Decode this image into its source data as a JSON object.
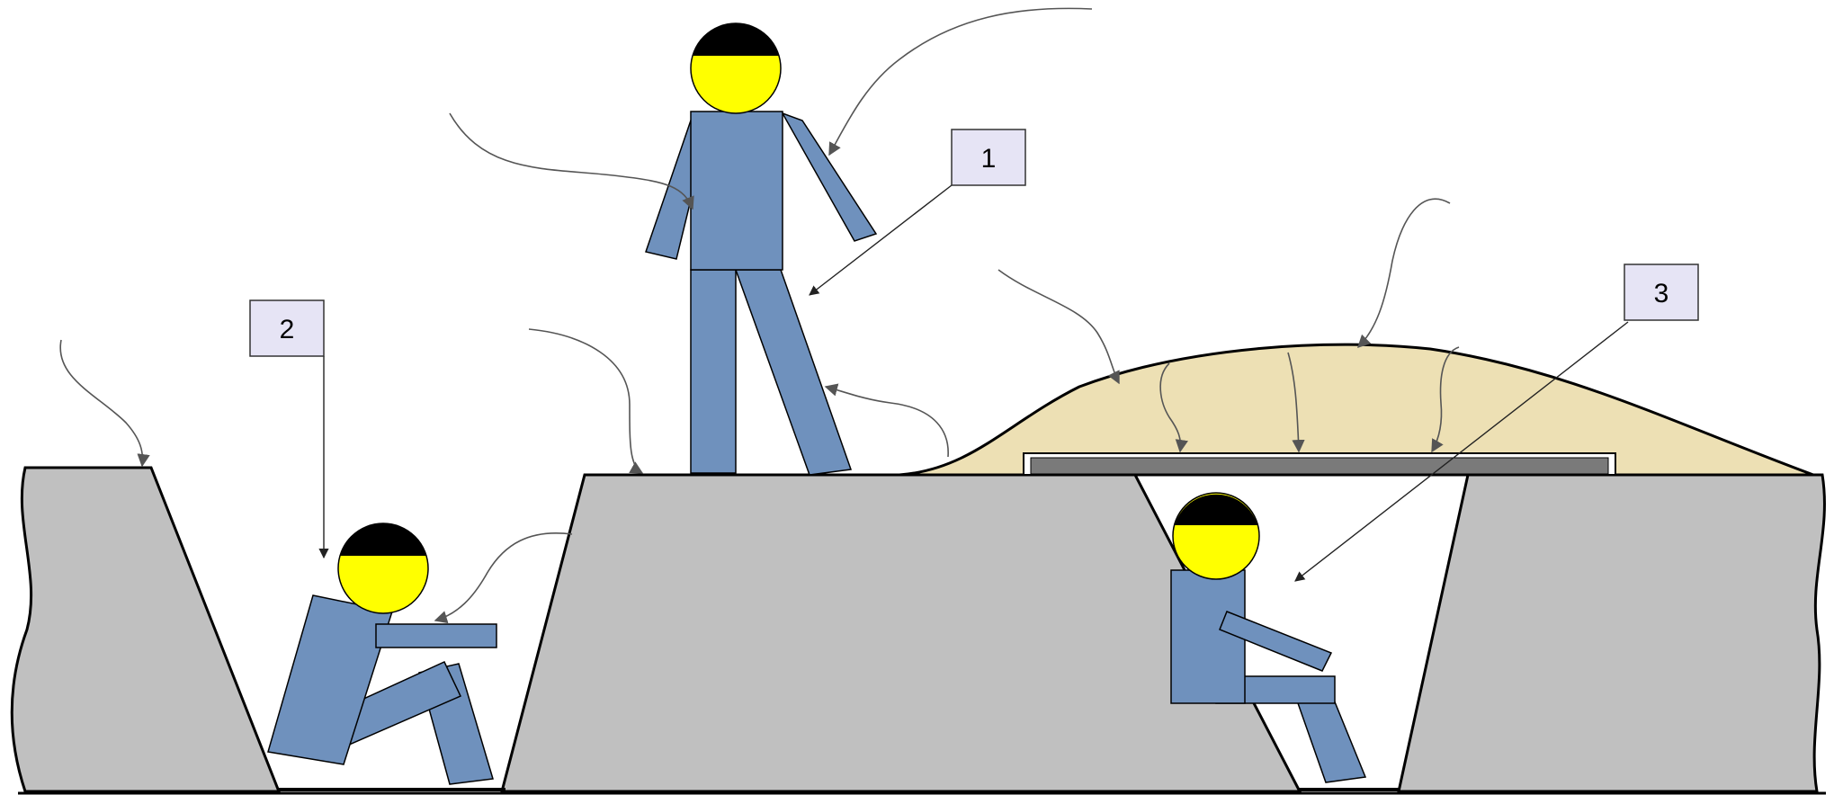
{
  "labels": [
    {
      "id": "1",
      "text": "1"
    },
    {
      "id": "2",
      "text": "2"
    },
    {
      "id": "3",
      "text": "3"
    }
  ],
  "colors": {
    "ground": "#c0c0c0",
    "soil_pile": "#ede0b4",
    "plank": "#7a7a7a",
    "worker_body": "#6f91bd",
    "worker_face": "#ffff00",
    "worker_hair": "#000000",
    "callout_fill": "#e6e4f5",
    "arrow": "#555555"
  },
  "icons": {
    "worker_standing": "standing-person",
    "worker_squatting": "squatting-person",
    "worker_sitting": "sitting-person"
  }
}
